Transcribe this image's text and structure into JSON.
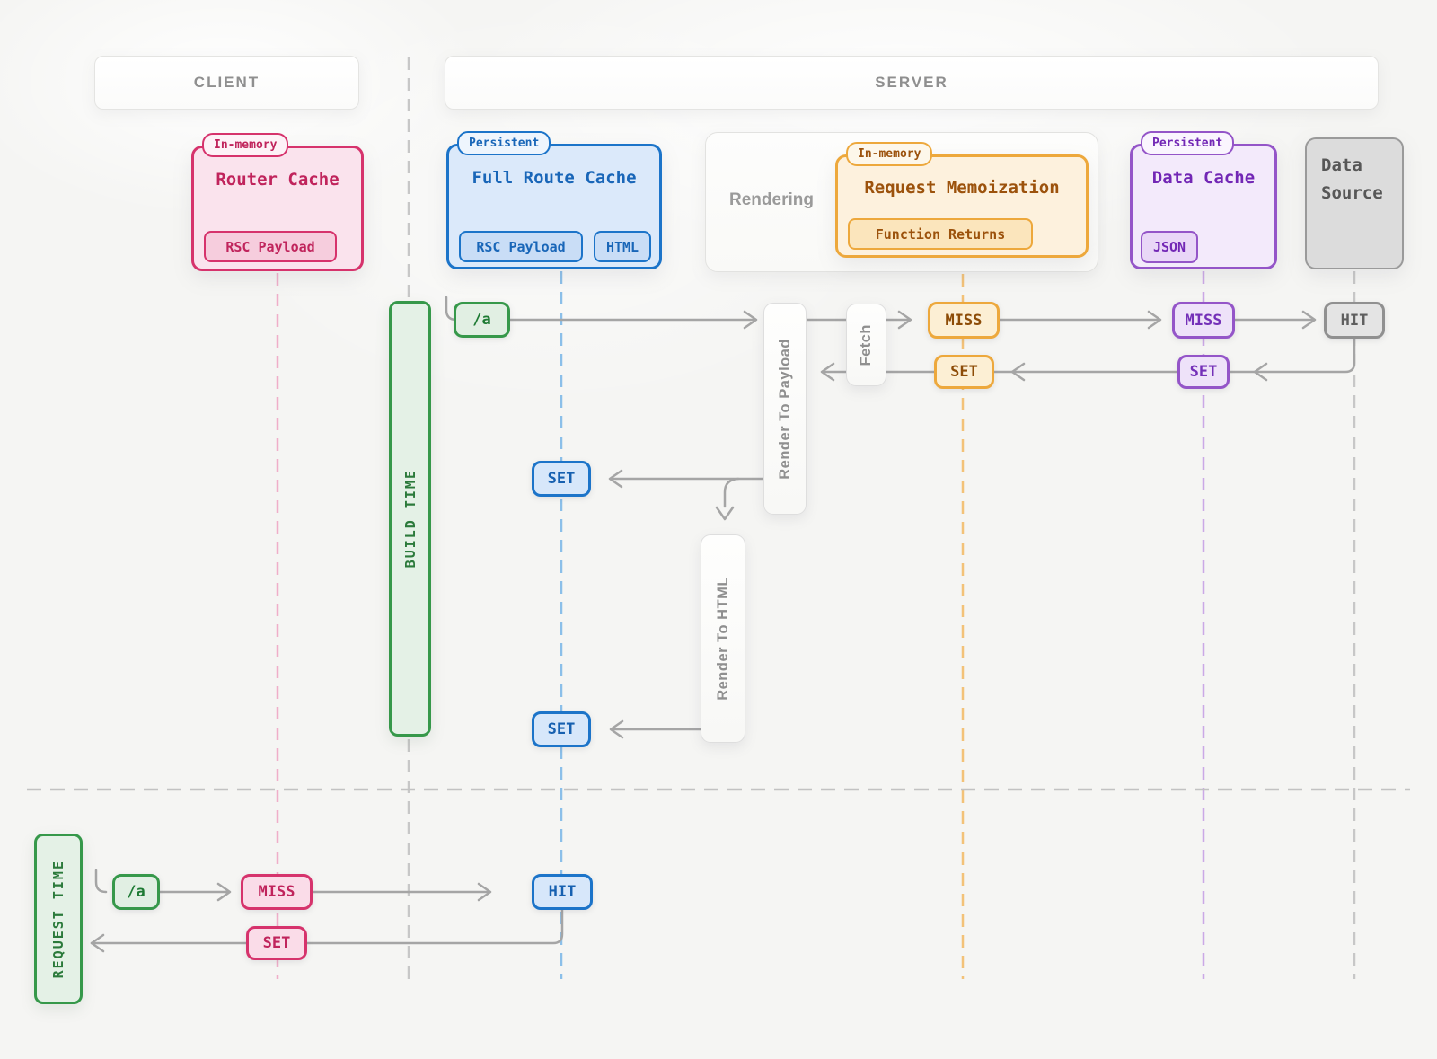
{
  "headers": {
    "client": "CLIENT",
    "server": "SERVER"
  },
  "columns": {
    "router_cache": {
      "tag": "In-memory",
      "title": "Router Cache",
      "badges": [
        "RSC Payload"
      ]
    },
    "full_route_cache": {
      "tag": "Persistent",
      "title": "Full Route Cache",
      "badges": [
        "RSC Payload",
        "HTML"
      ]
    },
    "rendering_label": "Rendering",
    "request_memoization": {
      "tag": "In-memory",
      "title": "Request Memoization",
      "badges": [
        "Function Returns"
      ]
    },
    "data_cache": {
      "tag": "Persistent",
      "title": "Data Cache",
      "badges": [
        "JSON"
      ]
    },
    "data_source": {
      "title": "Data Source"
    }
  },
  "timelines": {
    "build_time": "BUILD TIME",
    "request_time": "REQUEST TIME"
  },
  "process": {
    "render_to_payload": "Render To Payload",
    "fetch": "Fetch",
    "render_to_html": "Render To HTML"
  },
  "flow": {
    "build": {
      "route": "/a",
      "memo_miss": "MISS",
      "memo_set": "SET",
      "data_miss": "MISS",
      "data_set": "SET",
      "source_hit": "HIT",
      "frc_set_payload": "SET",
      "frc_set_html": "SET"
    },
    "request": {
      "route": "/a",
      "router_miss": "MISS",
      "frc_hit": "HIT",
      "router_set": "SET"
    }
  },
  "colors": {
    "pink": "#d6336c",
    "blue": "#1c74c9",
    "orange": "#eda83c",
    "purple": "#9455c8",
    "green": "#36984a",
    "gray_box": "#9a9a9a",
    "arrow": "#a5a5a5",
    "lifeline_pink": "#efaec9",
    "lifeline_blue": "#8bbfe9",
    "lifeline_orange": "#f3c278",
    "lifeline_purple": "#cba8e6",
    "lifeline_gray": "#c7c7c7",
    "background": "#f5f5f3"
  }
}
